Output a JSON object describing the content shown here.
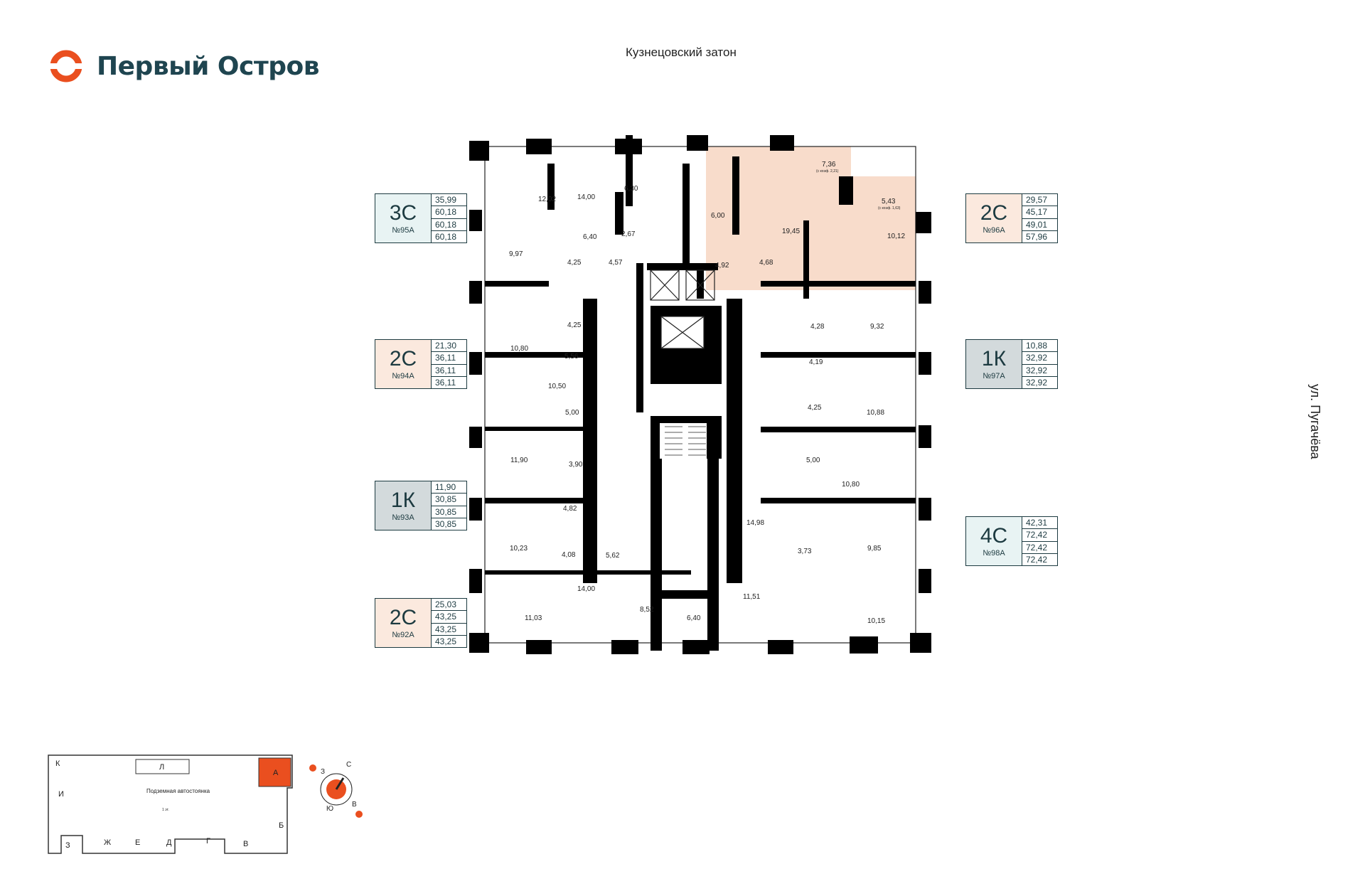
{
  "brand": {
    "name": "Первый Остров",
    "color": "#ea4f1f",
    "text_color": "#1f4550"
  },
  "streets": {
    "top": "Кузнецовский затон",
    "right": "ул. Пугачёва"
  },
  "apartments": [
    {
      "type": "3С",
      "num": "№95А",
      "areas": [
        "35,99",
        "60,18",
        "60,18",
        "60,18"
      ],
      "color": "#e8f3f3"
    },
    {
      "type": "2С",
      "num": "№94А",
      "areas": [
        "21,30",
        "36,11",
        "36,11",
        "36,11"
      ],
      "color": "#fbe9de"
    },
    {
      "type": "1К",
      "num": "№93А",
      "areas": [
        "11,90",
        "30,85",
        "30,85",
        "30,85"
      ],
      "color": "#d3dadc"
    },
    {
      "type": "2С",
      "num": "№92А",
      "areas": [
        "25,03",
        "43,25",
        "43,25",
        "43,25"
      ],
      "color": "#fbe9de"
    },
    {
      "type": "2С",
      "num": "№96А",
      "areas": [
        "29,57",
        "45,17",
        "49,01",
        "57,96"
      ],
      "color": "#fbe9de"
    },
    {
      "type": "1К",
      "num": "№97А",
      "areas": [
        "10,88",
        "32,92",
        "32,92",
        "32,92"
      ],
      "color": "#d3dadc"
    },
    {
      "type": "4С",
      "num": "№98А",
      "areas": [
        "42,31",
        "72,42",
        "72,42",
        "72,42"
      ],
      "color": "#e8f3f3"
    }
  ],
  "rooms": [
    "12,02",
    "14,00",
    "6,30",
    "2,67",
    "6,40",
    "9,97",
    "4,25",
    "4,57",
    "4,25",
    "10,80",
    "5,56",
    "10,50",
    "5,00",
    "11,90",
    "3,90",
    "4,82",
    "10,23",
    "4,08",
    "5,62",
    "11,03",
    "14,00",
    "8,52",
    "6,40",
    "11,51",
    "7,36",
    "(с коэф. 2,21)",
    "6,00",
    "19,45",
    "4,92",
    "4,68",
    "5,43",
    "(с коэф. 1,63)",
    "10,12",
    "4,28",
    "9,32",
    "4,19",
    "4,25",
    "10,88",
    "5,00",
    "10,80",
    "14,98",
    "3,73",
    "9,85",
    "10,15"
  ],
  "site_plan": {
    "title": "Подземная автостоянка",
    "sub": "1 эт.",
    "sections": [
      "К",
      "Л",
      "А",
      "И",
      "Б",
      "З",
      "Ж",
      "Е",
      "Д",
      "Г",
      "В"
    ],
    "highlight_color": "#ea4f1f"
  },
  "compass": {
    "labels": [
      "С",
      "З",
      "Ю",
      "В"
    ]
  }
}
